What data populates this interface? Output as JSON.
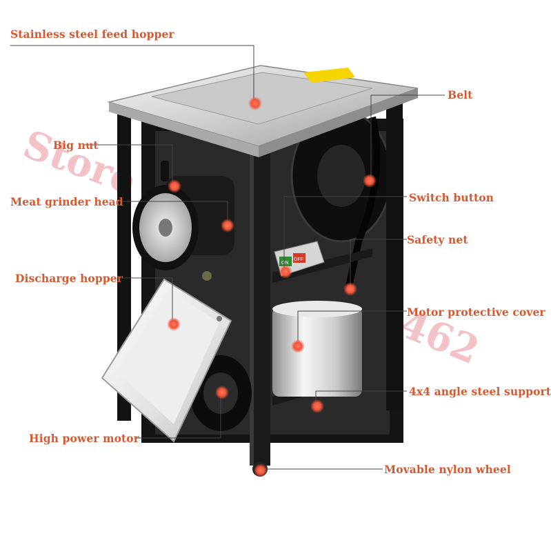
{
  "image": {
    "watermark_left": "Store",
    "watermark_right": "1462"
  },
  "labels": {
    "feed_hopper": "Stainless steel feed hopper",
    "belt": "Belt",
    "big_nut": "Big nut",
    "grinder_head": "Meat grinder head",
    "switch_button": "Switch button",
    "safety_net": "Safety net",
    "discharge_hopper": "Discharge hopper",
    "motor_cover": "Motor protective cover",
    "angle_support": "4x4 angle steel support",
    "motor": "High power motor",
    "wheel": "Movable nylon wheel"
  },
  "switch": {
    "on": "ON",
    "off": "OFF"
  },
  "colors": {
    "label": "#d9582f",
    "marker": "#f0553a",
    "leader_line": "#444444",
    "frame": "#1c1c1c",
    "steel": "#d8d8d8",
    "warning_sticker": "#f5d400",
    "watermark": "#f3c2c6"
  }
}
